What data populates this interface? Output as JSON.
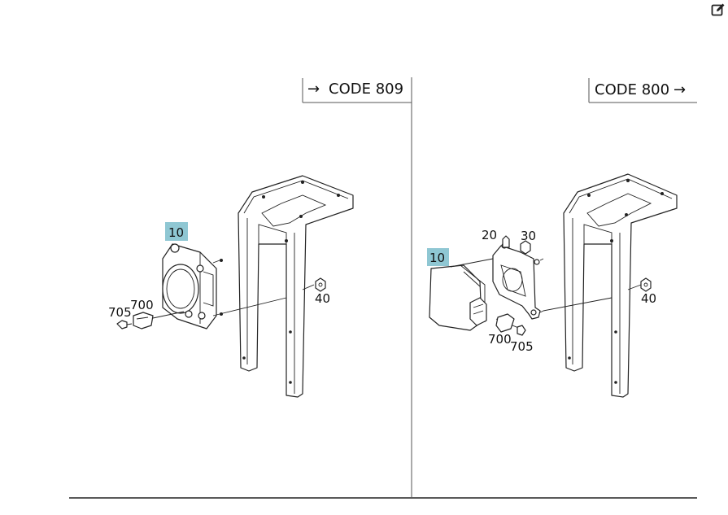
{
  "toolbar": {
    "edit_icon": "edit-icon"
  },
  "left_panel": {
    "code_label": "CODE 809",
    "arrow_glyph": "→",
    "callouts": {
      "main": "10",
      "bracket_nut": "40",
      "clip": "700",
      "screw": "705"
    }
  },
  "right_panel": {
    "code_label": "CODE 800",
    "arrow_glyph": "→",
    "callouts": {
      "main": "10",
      "bolt": "20",
      "bracket": "30",
      "bracket_nut": "40",
      "clip": "700",
      "screw": "705"
    }
  },
  "colors": {
    "highlight": "#8fc7d3",
    "line": "#222222"
  }
}
